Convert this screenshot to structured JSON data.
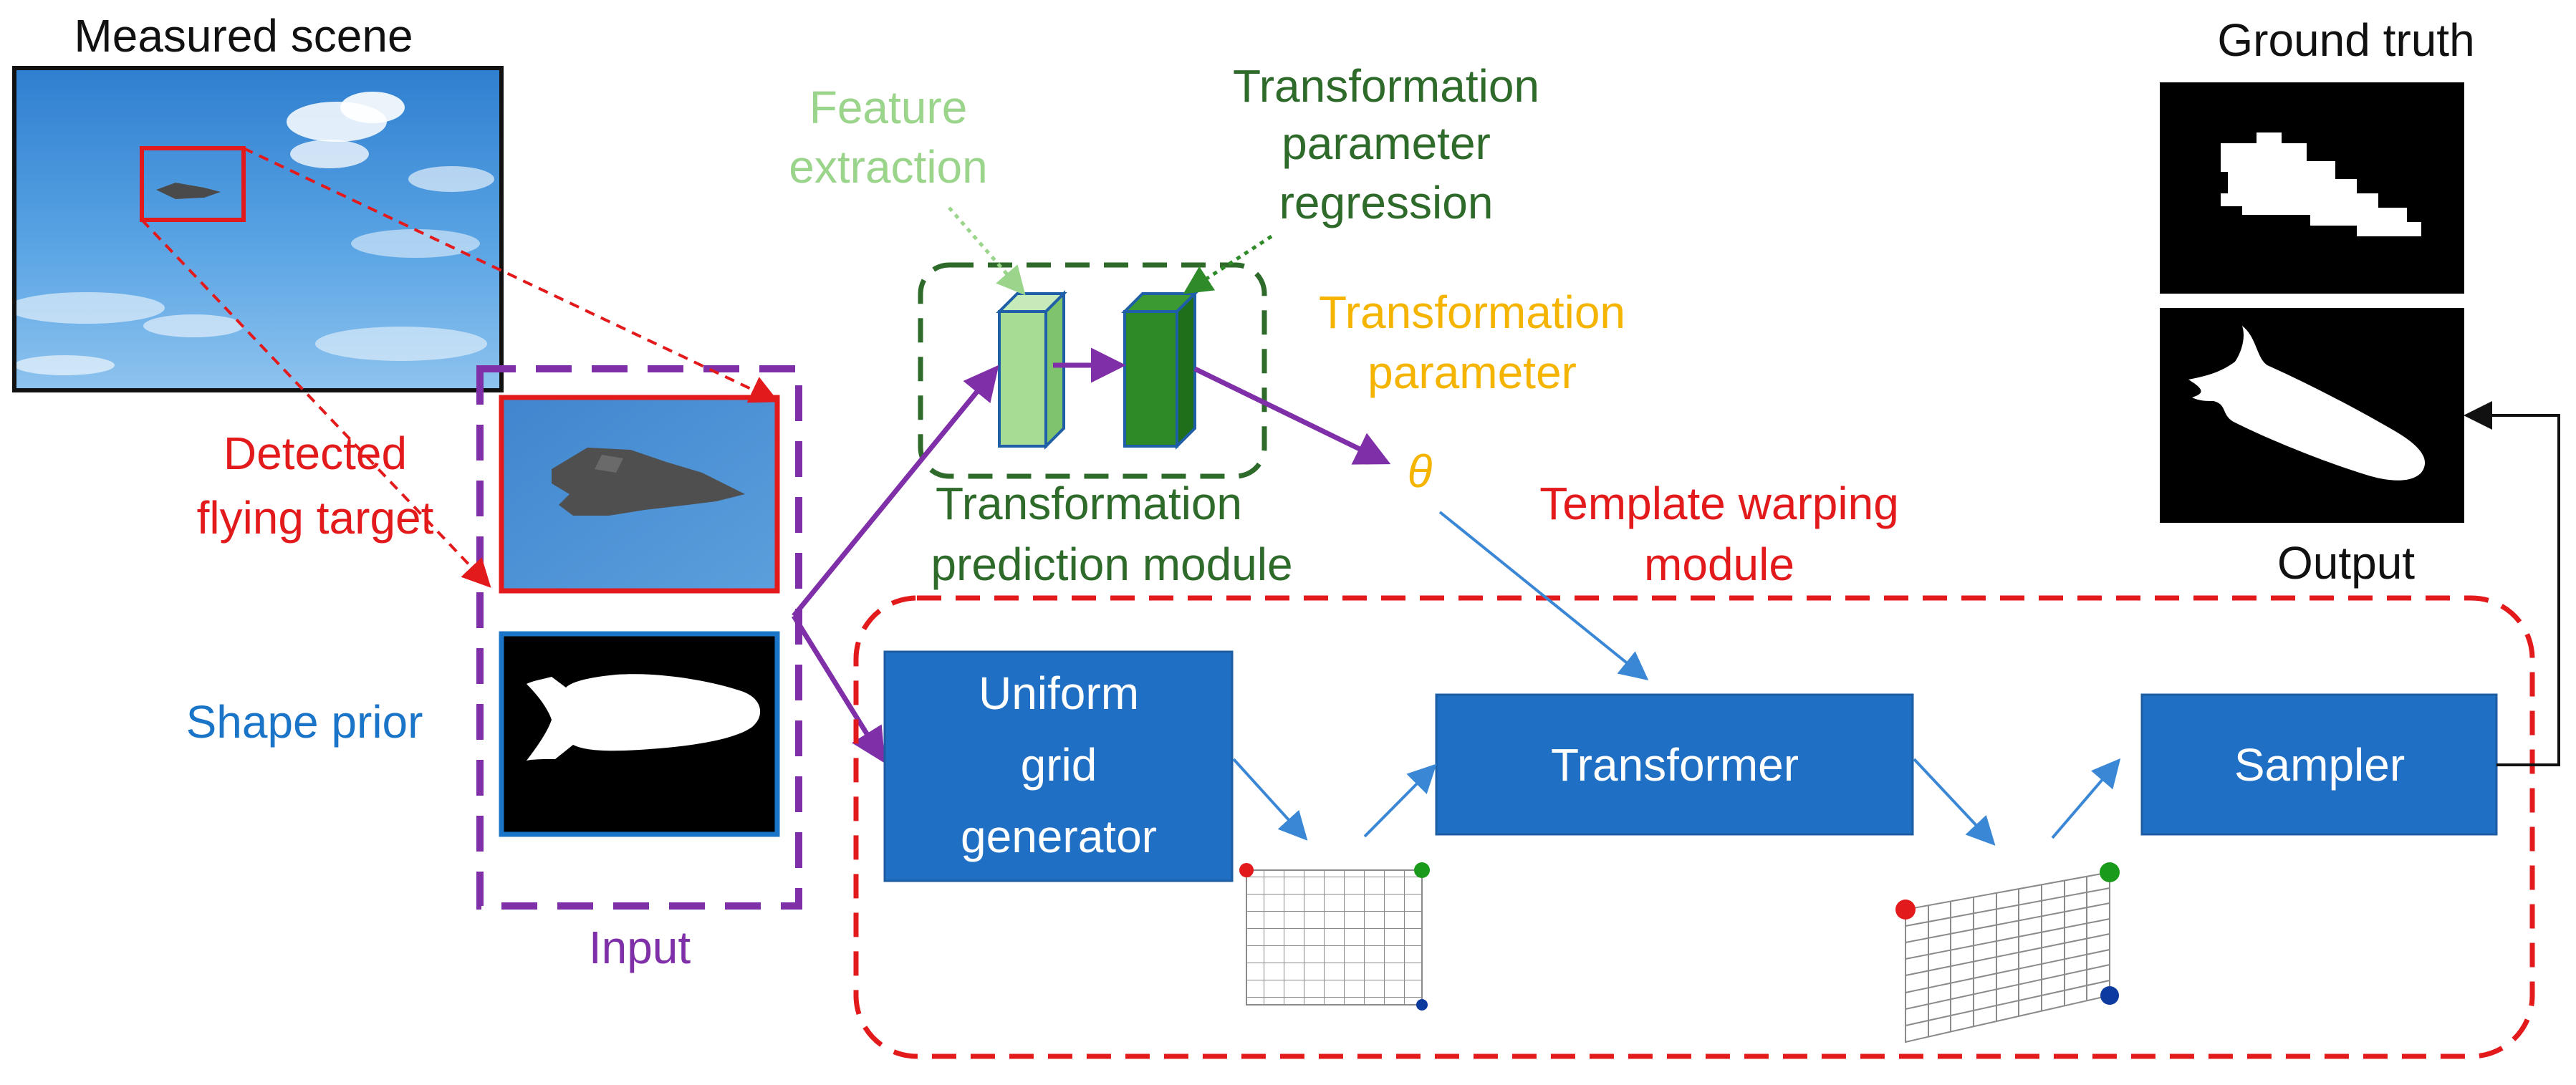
{
  "colors": {
    "red": "#e31a1c",
    "purple": "#7f2fa8",
    "dark_green": "#2e6b2a",
    "light_green": "#9bd48b",
    "mid_green": "#2f8a2a",
    "amber": "#f4b400",
    "box_blue": "#1f6fc4",
    "arrow_blue": "#3a87d6",
    "shape_prior_blue": "#1a74c7",
    "black": "#111111"
  },
  "labels": {
    "measured_scene": "Measured scene",
    "ground_truth": "Ground truth",
    "output": "Output",
    "detected_line1": "Detected",
    "detected_line2": "flying target",
    "shape_prior": "Shape prior",
    "input": "Input",
    "feature_line1": "Feature",
    "feature_line2": "extraction",
    "regression_line1": "Transformation",
    "regression_line2": "parameter",
    "regression_line3": "regression",
    "param_line1": "Transformation",
    "param_line2": "parameter",
    "theta": "θ",
    "prediction_line1": "Transformation",
    "prediction_line2": "prediction module",
    "warping_line1": "Template warping",
    "warping_line2": "module"
  },
  "boxes": {
    "uniform_line1": "Uniform",
    "uniform_line2": "grid",
    "uniform_line3": "generator",
    "transformer": "Transformer",
    "sampler": "Sampler"
  },
  "icons": {
    "scene_photo": "sky-with-aircraft-photo",
    "target_crop": "aircraft-crop-photo",
    "shape_prior_mask": "aircraft-silhouette-mask",
    "ground_truth_mask": "pixelated-aircraft-mask",
    "output_mask": "aircraft-silhouette-mask",
    "regular_grid": "uniform-grid",
    "warped_grid": "warped-grid"
  }
}
